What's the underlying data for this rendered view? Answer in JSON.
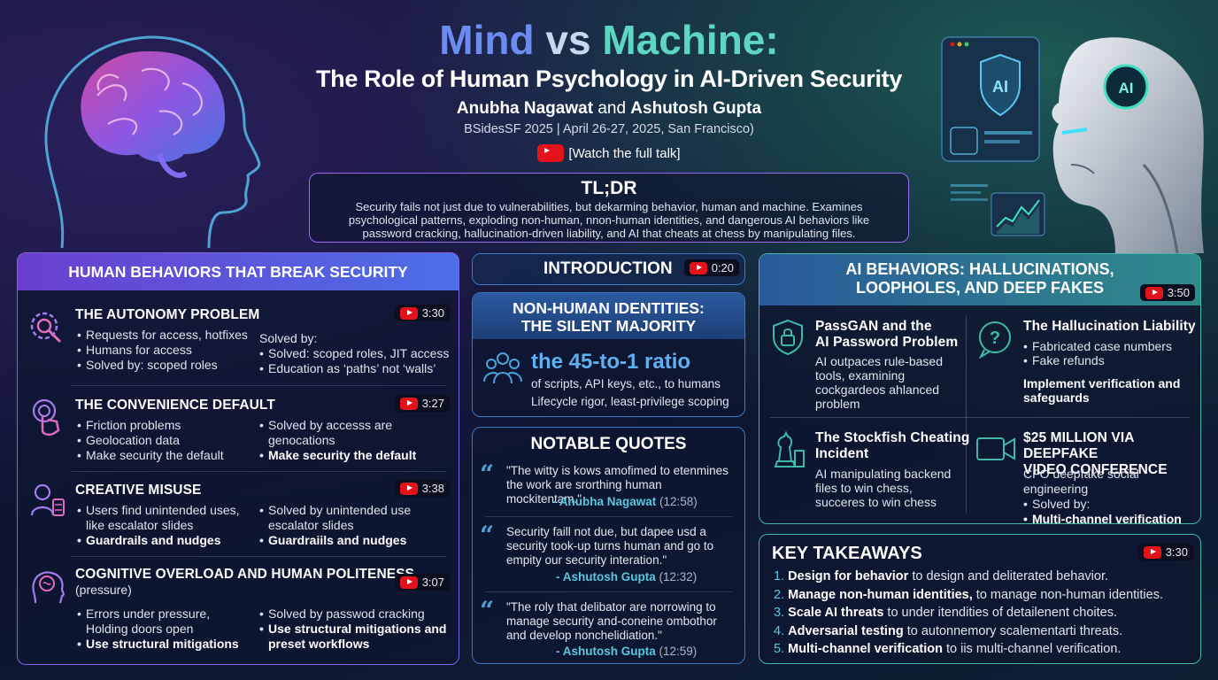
{
  "header": {
    "title_part1": "Mind",
    "title_part2": "vs",
    "title_part3": "Machine:",
    "subtitle": "The Role of Human Psychology in AI-Driven Security",
    "authors_a": "Anubha Nagawat",
    "authors_and": "and",
    "authors_b": "Ashutosh Gupta",
    "event": "BSidesSF 2025 | April 26-27, 2025, San Francisco)",
    "watch": "[Watch the full talk]"
  },
  "tldr": {
    "title": "TL;DR",
    "body": "Security fails not just due to vulnerabilities, but dekarming behavior, human and machine. Examines psychological patterns, exploding non-human, nnon-human identities, and dangerous AI behaviors like password cracking, hallucination-driven liability, and AI that cheats at chess by manipulating files."
  },
  "robot": {
    "shield_label": "AI",
    "head_label": "AI"
  },
  "human_behaviors": {
    "title": "HUMAN BEHAVIORS THAT BREAK SECURITY",
    "items": [
      {
        "title": "THE AUTONOMY PROBLEM",
        "time": "3:30",
        "left": [
          "Requests for access, hotfixes",
          "Humans for access",
          "Solved by: scoped roles"
        ],
        "right_head": "Solved by:",
        "right": [
          "Solved: scoped roles, JIT access",
          "Education as ‘paths’ not ‘walls’"
        ]
      },
      {
        "title": "THE CONVENIENCE DEFAULT",
        "time": "3:27",
        "left": [
          "Friction problems",
          "Geolocation data",
          "Make security the default"
        ],
        "right": [
          "Solved by accesss are",
          "genocations",
          "Make security the default"
        ]
      },
      {
        "title": "CREATIVE MISUSE",
        "time": "3:38",
        "left": [
          "Users find unintended uses,",
          "like escalator slides",
          "Guardrails and nudges"
        ],
        "right": [
          "Solved by unintended use",
          "escalator slides",
          "Guardraiils and nudges"
        ]
      },
      {
        "title": "COGNITIVE OVERLOAD AND HUMAN POLITENESS",
        "sub": "(pressure)",
        "time": "3:07",
        "left": [
          "Errors under pressure,",
          "Holding doors open",
          "Use structural mitigations"
        ],
        "right": [
          "Solved by passwod cracking",
          "Use structural mitigations and",
          "preset workflows"
        ]
      }
    ]
  },
  "introduction": {
    "title": "INTRODUCTION",
    "time": "0:20"
  },
  "nhi": {
    "title_line1": "NON-HUMAN IDENTITIES:",
    "title_line2": "THE SILENT MAJORITY",
    "ratio": "the 45-to-1 ratio",
    "line1": "of scripts, API keys, etc., to humans",
    "line2": "Lifecycle rigor, least-privilege scoping"
  },
  "quotes": {
    "title": "NOTABLE QUOTES",
    "items": [
      {
        "text": "\"The witty is kows amofimed to etenmines the work are srorthing human mockitentam.\"",
        "author": "- Anubha Nagawat",
        "time": "(12:58)"
      },
      {
        "text": "Security faill not due, but dapee usd a security took-up turns human and go to empity our security interation.\"",
        "author": "- Ashutosh Gupta",
        "time": "(12:32)"
      },
      {
        "text": "\"The roly that delibator are norrowing to manage security and-coneine ombothor and develop nonchelidiation.\"",
        "author": "- Ashutosh Gupta",
        "time": "(12:59)"
      }
    ]
  },
  "ai_behaviors": {
    "title_line1": "AI BEHAVIORS: HALLUCINATIONS,",
    "title_line2": "LOOPHOLES, AND DEEP FAKES",
    "time": "3:50",
    "cells": [
      {
        "title1": "PassGAN and the",
        "title2": "AI Password Problem",
        "body": [
          "AI outpaces rule-based",
          "tools, examining",
          "cockgardeos ahlanced",
          "problem"
        ]
      },
      {
        "title1": "The Hallucination Liability",
        "bullets": [
          "Fabricated case numbers",
          "Fake refunds"
        ],
        "bold1": "Implement verification and",
        "bold2": "safeguards"
      },
      {
        "title1": "The Stockfish Cheating",
        "title2": "Incident",
        "body": [
          "AI manipulating backend",
          "files to win chess,",
          "succeres to win chess"
        ]
      },
      {
        "title1": "$25 MILLION VIA DEEPFAKE",
        "title2": "VIDEO CONFERENCE",
        "body": [
          "CFO deepfake social engineering"
        ],
        "bullet": "Solved by:",
        "bold_bullet": "Multi-channel verification"
      }
    ]
  },
  "takeaways": {
    "title": "KEY TAKEAWAYS",
    "time": "3:30",
    "items": [
      {
        "num": "1.",
        "bold": "Design for behavior",
        "rest": " to design and deliterated behavior."
      },
      {
        "num": "2.",
        "bold": "Manage non-human identities,",
        "rest": " to manage non-human identities."
      },
      {
        "num": "3.",
        "bold": "Scale AI threats",
        "rest": " to under itendities of detailenent choites."
      },
      {
        "num": "4.",
        "bold": "Adversarial testing",
        "rest": " to autonnemory scalementarti threats."
      },
      {
        "num": "5.",
        "bold": "Multi-channel verification",
        "rest": " to iis multi-channel verification."
      }
    ]
  },
  "colors": {
    "purple": "#8a5cf0",
    "teal": "#3fc7a6",
    "cyan": "#4aa3d8",
    "yt_red": "#e4131b"
  }
}
